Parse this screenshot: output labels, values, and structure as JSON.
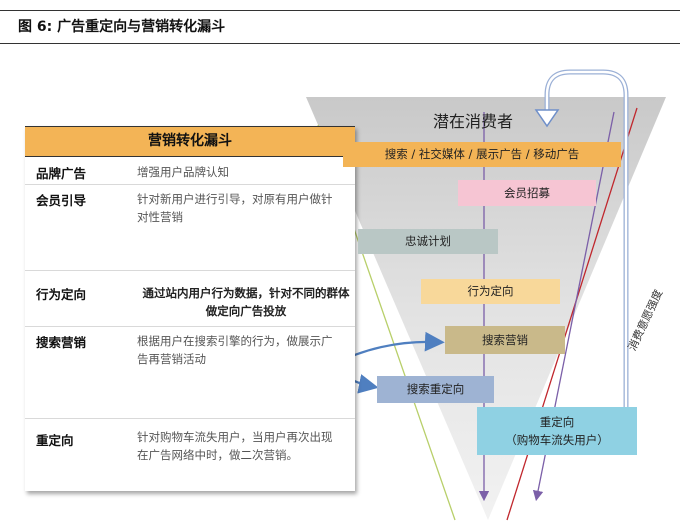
{
  "figure": {
    "title": "图 6:  广告重定向与营销转化漏斗"
  },
  "table": {
    "header": "营销转化漏斗",
    "rows": [
      {
        "category": "品牌广告",
        "description": "增强用户品牌认知"
      },
      {
        "category": "会员引导",
        "description": "针对新用户进行引导，对原有用户做针对性营销"
      },
      {
        "category": "行为定向",
        "description": "通过站内用户行为数据，针对不同的群体做定向广告投放"
      },
      {
        "category": "搜索营销",
        "description": "根据用户在搜索引擎的行为，做展示广告再营销活动"
      },
      {
        "category": "重定向",
        "description": "针对购物车流失用户，当用户再次出现在广告网络中时，做二次营销。"
      }
    ]
  },
  "funnel": {
    "title": "潜在消费者",
    "stages": [
      {
        "label": "搜索 / 社交媒体 / 展示广告 / 移动广告",
        "color": "#f3b456"
      },
      {
        "label": "会员招募",
        "color": "#f6c5d3"
      },
      {
        "label": "忠诚计划",
        "color": "#b9c7c5"
      },
      {
        "label": "行为定向",
        "color": "#f8d89a"
      },
      {
        "label": "搜索营销",
        "color": "#c9b98a"
      },
      {
        "label": "搜索重定向",
        "color": "#9eb3d3"
      },
      {
        "label": "重定向",
        "sublabel": "（购物车流失用户）",
        "color": "#8fd1e3"
      }
    ],
    "side_label": "消费意愿强度"
  }
}
